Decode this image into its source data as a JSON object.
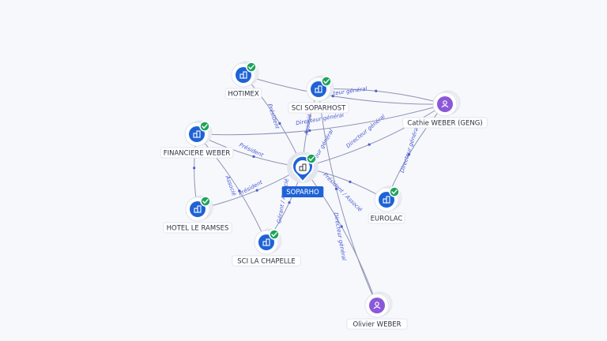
{
  "graph": {
    "center": {
      "id": "soparho",
      "label": "SOPARHO",
      "type": "company",
      "verified": true
    },
    "nodes": [
      {
        "id": "hotimex",
        "label": "HOTIMEX",
        "type": "company",
        "verified": true
      },
      {
        "id": "sci_soparhost",
        "label": "SCI SOPARHOST",
        "type": "company",
        "verified": true
      },
      {
        "id": "cathie",
        "label": "Cathie WEBER (GENG)",
        "type": "person",
        "verified": false
      },
      {
        "id": "financiere",
        "label": "FINANCIERE WEBER",
        "type": "company",
        "verified": true
      },
      {
        "id": "eurolac",
        "label": "EUROLAC",
        "type": "company",
        "verified": true
      },
      {
        "id": "hotel",
        "label": "HOTEL LE RAMSES",
        "type": "company",
        "verified": true
      },
      {
        "id": "sci_chapelle",
        "label": "SCI LA CHAPELLE",
        "type": "company",
        "verified": true
      },
      {
        "id": "olivier",
        "label": "Olivier WEBER",
        "type": "person",
        "verified": false
      }
    ],
    "edges": [
      {
        "from": "hotimex",
        "to": "soparho",
        "label": "Président"
      },
      {
        "from": "sci_soparhost",
        "to": "soparho",
        "label": "Associé"
      },
      {
        "from": "cathie",
        "to": "soparho",
        "label": "Directeur général"
      },
      {
        "from": "cathie",
        "to": "sci_soparhost",
        "label": "...teur général"
      },
      {
        "from": "cathie",
        "to": "financiere",
        "label": "Directeur général"
      },
      {
        "from": "cathie",
        "to": "eurolac",
        "label": "Directeur général"
      },
      {
        "from": "cathie",
        "to": "hotimex",
        "label": ""
      },
      {
        "from": "financiere",
        "to": "soparho",
        "label": "Président"
      },
      {
        "from": "financiere",
        "to": "sci_chapelle",
        "label": "Associé"
      },
      {
        "from": "hotel",
        "to": "soparho",
        "label": "Président"
      },
      {
        "from": "hotel",
        "to": "financiere",
        "label": ""
      },
      {
        "from": "sci_chapelle",
        "to": "soparho",
        "label": "Gérant / Associé"
      },
      {
        "from": "soparho",
        "to": "eurolac",
        "label": "Président / Associé"
      },
      {
        "from": "olivier",
        "to": "soparho",
        "label": "Directeur général"
      },
      {
        "from": "olivier",
        "to": "sci_soparhost",
        "label": "...eur général"
      }
    ]
  },
  "colors": {
    "company": "#1e63d6",
    "person": "#8a58d8",
    "verified": "#1fa35c",
    "edge": "#8d94b4",
    "edge_label": "#4b5bd3"
  },
  "icons": {
    "company": "building-icon",
    "person": "user-icon",
    "verified": "checkmark-icon"
  }
}
